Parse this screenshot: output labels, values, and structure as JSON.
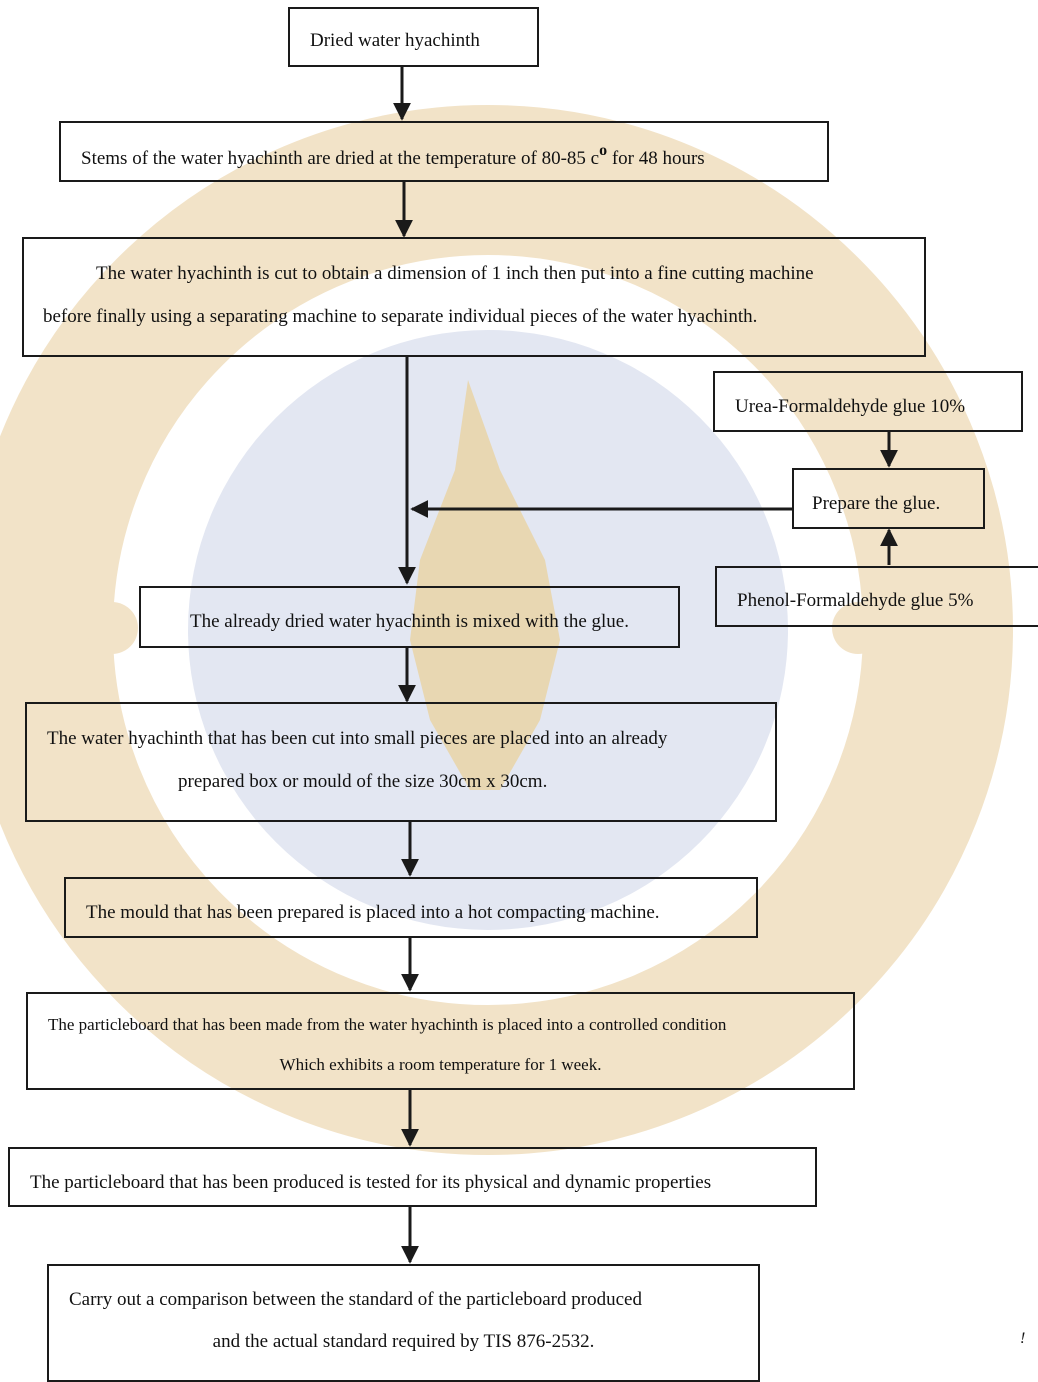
{
  "colors": {
    "seal_outer": "#f2e3c8",
    "seal_inner": "#e3e7f2",
    "seal_gold": "#e9d29c",
    "line": "#1a1a1a"
  },
  "boxes": {
    "b1": {
      "text": "Dried water hyachinth"
    },
    "b2": {
      "text_before": "Stems of the water hyachinth are dried at the temperature of 80-85 c",
      "superscript": "o",
      "text_after": " for 48 hours"
    },
    "b3": {
      "line1": "The water hyachinth is cut to obtain a dimension of 1 inch then put into a fine cutting machine",
      "line2": "before finally using a separating machine to separate individual pieces of the water hyachinth."
    },
    "urea": {
      "text": "Urea-Formaldehyde glue 10%"
    },
    "prepare": {
      "text": "Prepare the glue."
    },
    "phenol": {
      "text": "Phenol-Formaldehyde glue  5%"
    },
    "b4": {
      "text": "The already dried water hyachinth is mixed with the glue."
    },
    "b5": {
      "line1": "The water hyachinth that has been cut into small pieces are placed into an already",
      "line2": "prepared box or mould of the size 30cm x 30cm."
    },
    "b6": {
      "text": "The mould that has been prepared is placed into a hot compacting machine."
    },
    "b7": {
      "line1": "The particleboard that has been made from the water hyachinth  is placed into a controlled condition",
      "line2": "Which  exhibits a room temperature for 1 week."
    },
    "b8": {
      "text": "The particleboard that has been produced is tested for its physical and dynamic properties"
    },
    "b9": {
      "line1": "Carry out a comparison between the standard of the particleboard produced",
      "line2": "and the actual standard required by TIS 876-2532."
    }
  },
  "stray_mark": "!"
}
